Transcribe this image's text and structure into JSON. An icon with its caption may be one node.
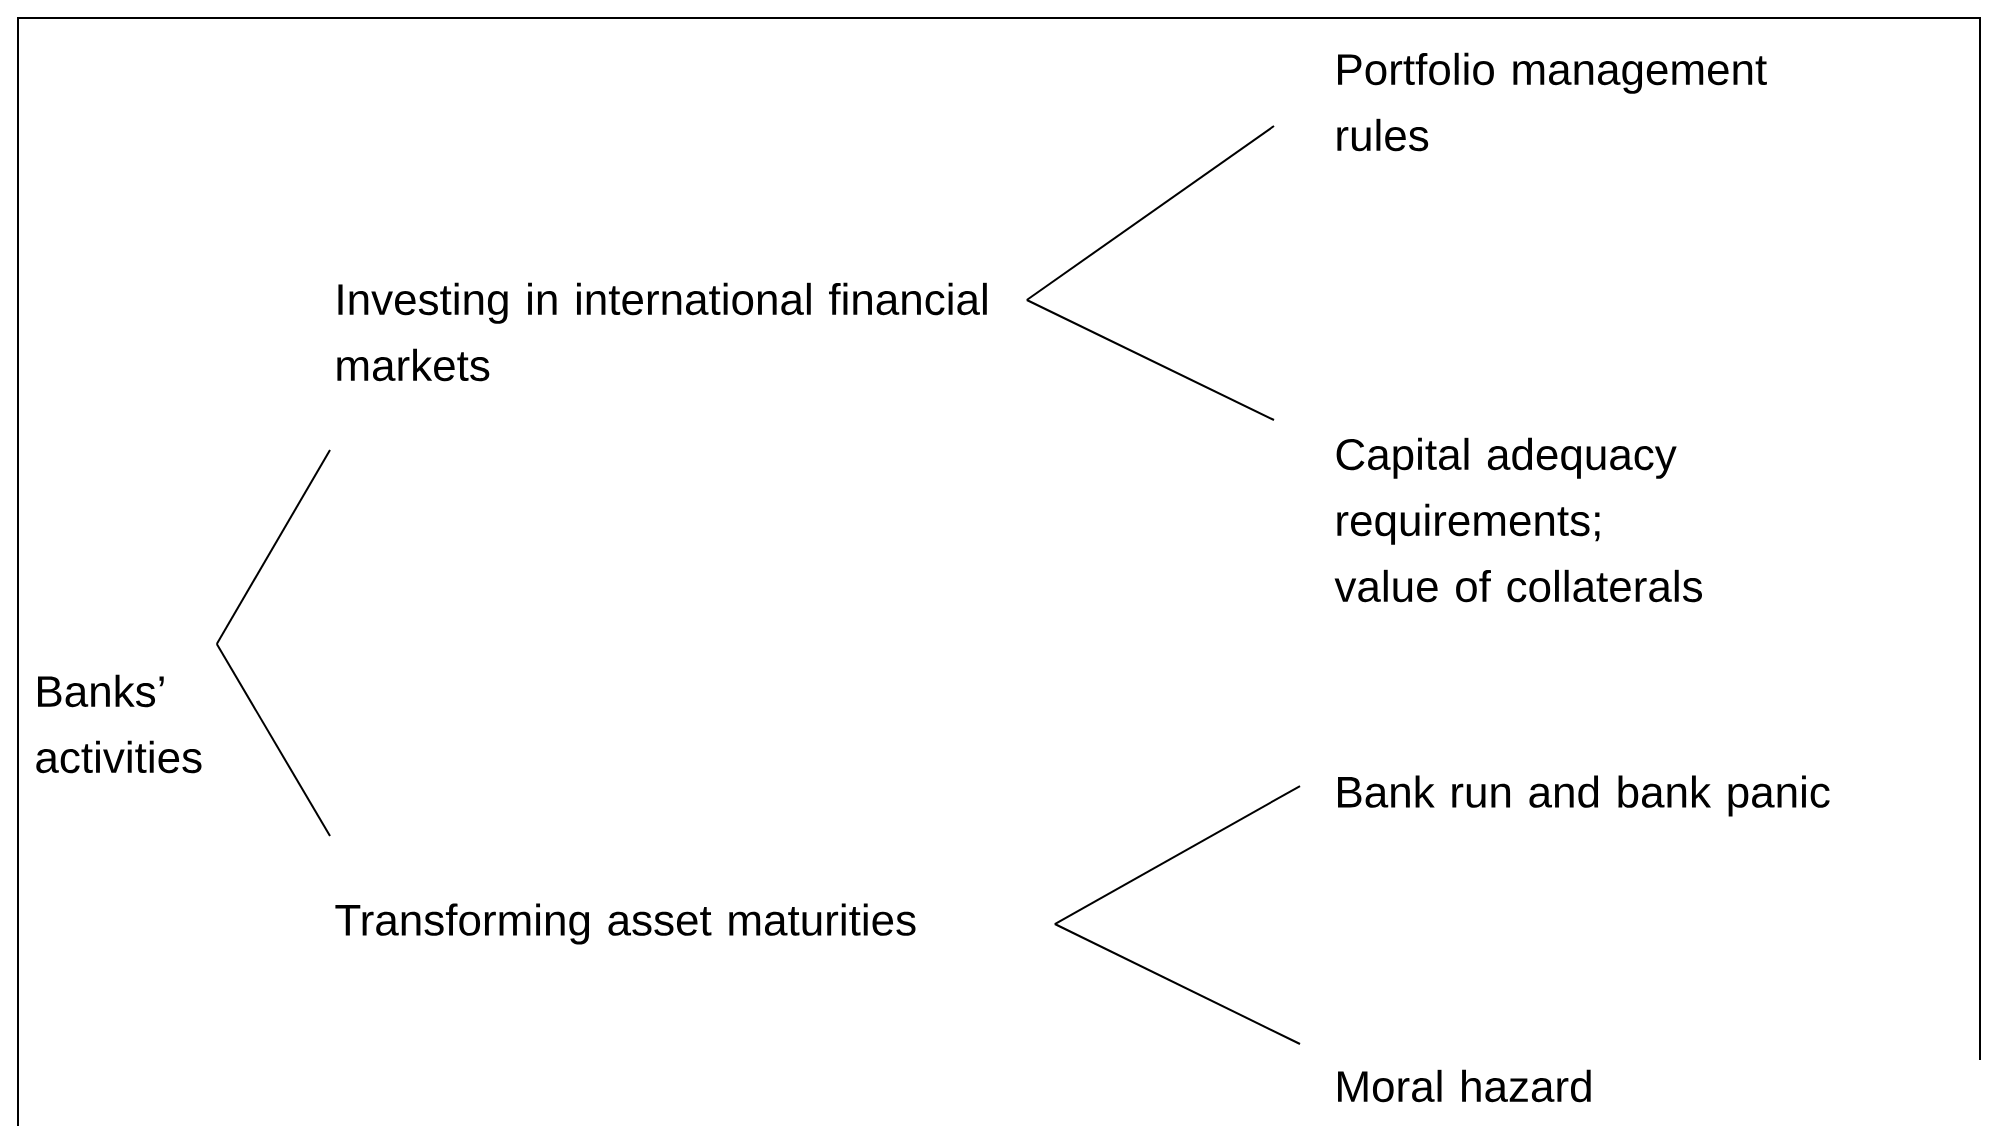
{
  "diagram": {
    "nodes": [
      {
        "text": [
          "Banks’ activities"
        ]
      },
      {
        "text": [
          "Investing in international financial markets"
        ]
      },
      {
        "text": [
          "Transforming asset maturities"
        ]
      },
      {
        "text": [
          "Portfolio management rules"
        ]
      },
      {
        "text": [
          "Capital adequacy requirements;",
          "value of collaterals"
        ]
      },
      {
        "text": [
          "Bank run and bank panic"
        ]
      },
      {
        "text": [
          "Moral hazard"
        ]
      }
    ],
    "edges": [
      {
        "from": 0,
        "to": 1,
        "arrow": "none"
      },
      {
        "from": 0,
        "to": 2,
        "arrow": "none"
      },
      {
        "from": 1,
        "to": 3,
        "arrow": "none"
      },
      {
        "from": 1,
        "to": 4,
        "arrow": "none"
      },
      {
        "from": 2,
        "to": 5,
        "arrow": "none"
      },
      {
        "from": 2,
        "to": 6,
        "arrow": "none"
      }
    ]
  }
}
